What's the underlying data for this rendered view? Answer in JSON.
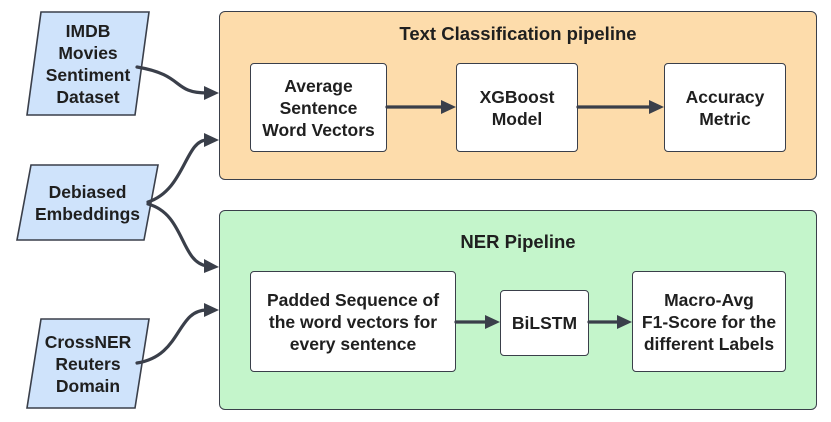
{
  "inputs": {
    "imdb": {
      "label": "IMDB\nMovies\nSentiment\nDataset"
    },
    "debiased": {
      "label": "Debiased\nEmbeddings"
    },
    "crossner": {
      "label": "CrossNER\nReuters\nDomain"
    }
  },
  "text_pipeline": {
    "title": "Text Classification pipeline",
    "steps": [
      {
        "label": "Average\nSentence\nWord Vectors"
      },
      {
        "label": "XGBoost\nModel"
      },
      {
        "label": "Accuracy\nMetric"
      }
    ]
  },
  "ner_pipeline": {
    "title": "NER Pipeline",
    "steps": [
      {
        "label": "Padded Sequence of\nthe word vectors for\nevery sentence"
      },
      {
        "label": "BiLSTM"
      },
      {
        "label": "Macro-Avg\nF1-Score for the\ndifferent Labels"
      }
    ]
  },
  "colors": {
    "input_fill": "#cfe3fb",
    "text_pipeline_fill": "#fddcab",
    "ner_pipeline_fill": "#c4f5cb",
    "step_fill": "#ffffff",
    "stroke": "#3a3f4a"
  }
}
